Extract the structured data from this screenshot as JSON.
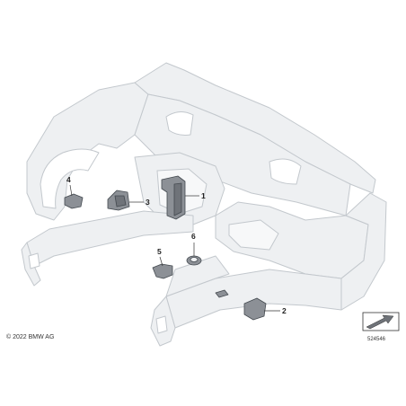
{
  "callouts": {
    "1": "1",
    "2": "2",
    "3": "3",
    "4": "4",
    "5": "5",
    "6": "6"
  },
  "footer": {
    "copyright": "© 2022 BMW AG",
    "reference_number": "524546"
  },
  "colors": {
    "body_fill": "#eef0f2",
    "body_stroke": "#c3c8cd",
    "part_fill": "#8c9096",
    "part_stroke": "#444a50",
    "leader": "#333333"
  }
}
